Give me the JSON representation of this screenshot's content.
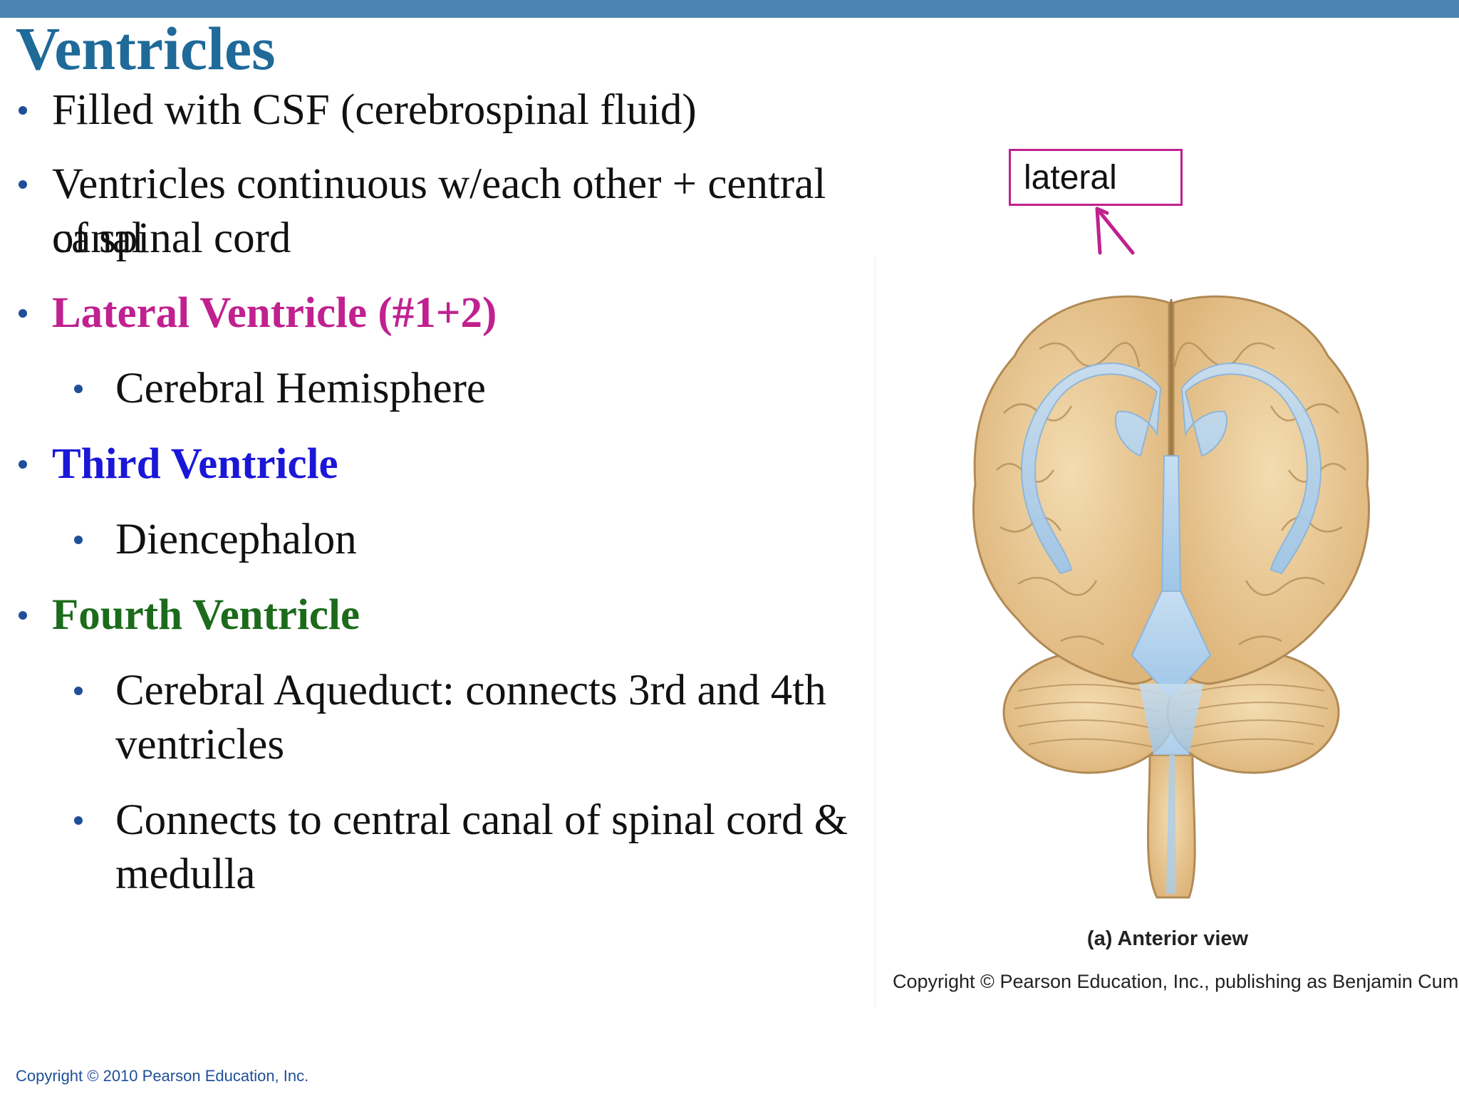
{
  "slide": {
    "title": "Ventricles",
    "bullets": [
      {
        "text": "Filled with CSF (cerebrospinal fluid)"
      },
      {
        "line1": "Ventricles continuous w/each other + central canal",
        "line2": "of spinal cord"
      },
      {
        "text": "Lateral Ventricle (#1+2)",
        "color": "#c0218f"
      },
      {
        "text": "Cerebral Hemisphere"
      },
      {
        "text": "Third Ventricle",
        "color": "#1a17d8"
      },
      {
        "text": "Diencephalon"
      },
      {
        "text": "Fourth Ventricle",
        "color": "#1b6b1b"
      },
      {
        "line1": "Cerebral Aqueduct: connects 3rd and 4th",
        "line2": "ventricles"
      },
      {
        "line1": "Connects to central canal of spinal cord &",
        "line2": "medulla"
      }
    ]
  },
  "figure": {
    "caption": "(a) Anterior view",
    "copyright": "Copyright © Pearson Education, Inc., publishing as Benjamin Cummings.",
    "colors": {
      "brain": "#e8c792",
      "ventricles": "#a9cdeb",
      "outline": "#b08a55"
    }
  },
  "annotation": {
    "label": "lateral",
    "color": "#c0218f"
  },
  "footer": {
    "copyright": "Copyright © 2010 Pearson Education, Inc."
  }
}
